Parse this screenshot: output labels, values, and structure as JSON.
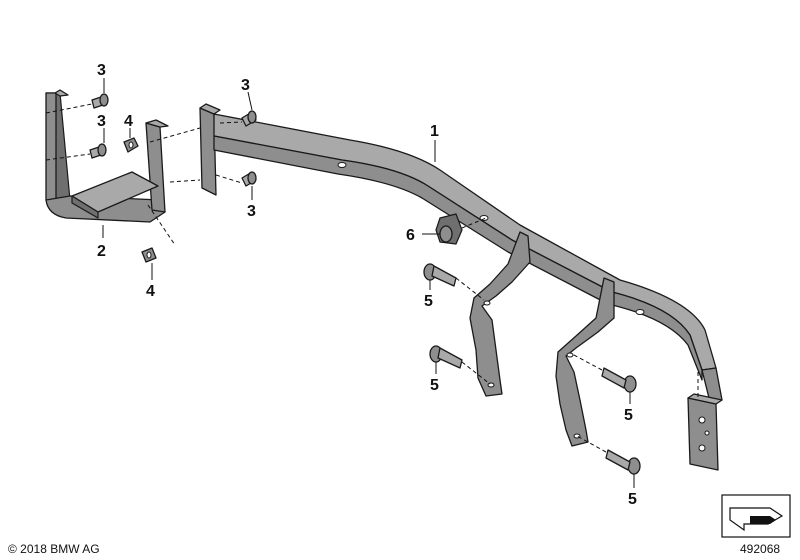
{
  "callouts": {
    "part_1": "1",
    "part_2": "2",
    "part_3a": "3",
    "part_3b": "3",
    "part_3c": "3",
    "part_3d": "3",
    "part_4a": "4",
    "part_4b": "4",
    "part_5a": "5",
    "part_5b": "5",
    "part_5c": "5",
    "part_5d": "5",
    "part_6": "6"
  },
  "footer": {
    "copyright": "© 2018 BMW AG",
    "diagram_number": "492068"
  },
  "icons": {
    "corner_icon": "arrow-corner-icon"
  },
  "colors": {
    "part_fill": "#8e8e8e",
    "outline": "#1a1a1a",
    "background": "#ffffff"
  }
}
